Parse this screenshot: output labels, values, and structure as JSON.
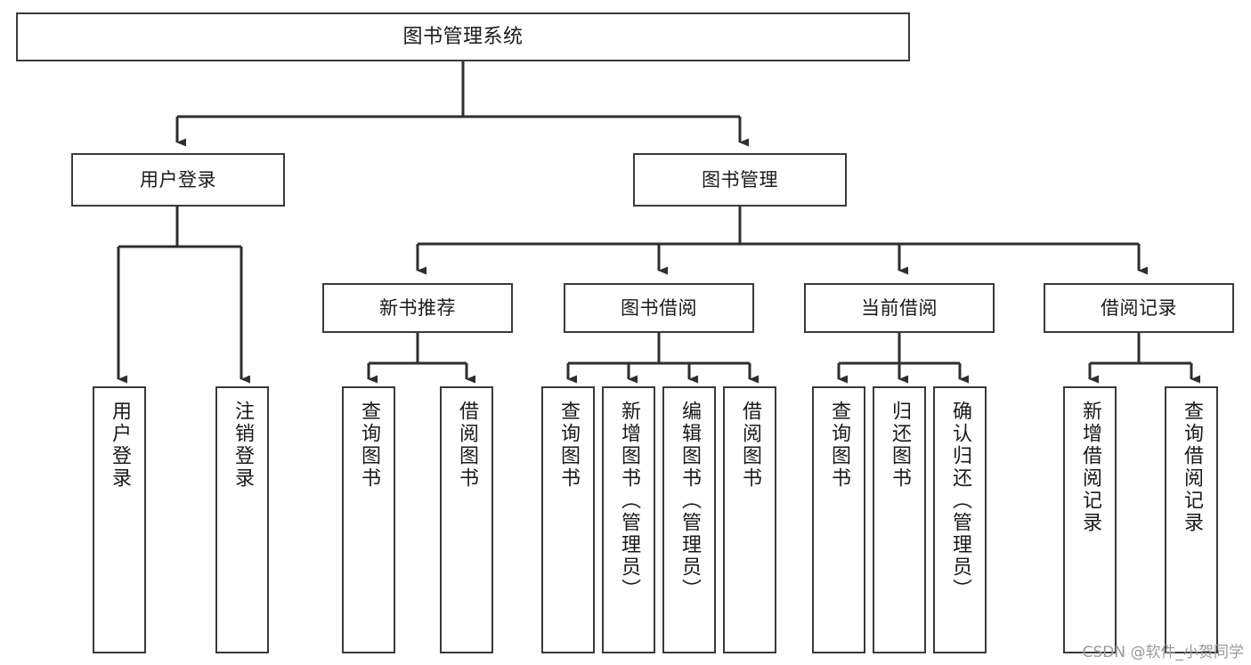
{
  "diagram": {
    "title": "图书管理系统",
    "type": "tree-hierarchy-chart",
    "colors": {
      "box_border": "#3a3a3a",
      "box_fill": "#ffffff",
      "edge": "#2e2e2e",
      "text": "#1a1a1a",
      "watermark": "#9a9a9a",
      "background": "#ffffff"
    },
    "watermark": "CSDN @软件_小贺同学"
  },
  "nodes": {
    "root": {
      "label": "图书管理系统"
    },
    "level1": [
      {
        "id": "user-login",
        "label": "用户登录"
      },
      {
        "id": "book-manage",
        "label": "图书管理"
      }
    ],
    "level2": [
      {
        "id": "new-book-recommend",
        "label": "新书推荐"
      },
      {
        "id": "book-borrow",
        "label": "图书借阅"
      },
      {
        "id": "current-borrow",
        "label": "当前借阅"
      },
      {
        "id": "borrow-record",
        "label": "借阅记录"
      }
    ],
    "leaves": {
      "user-login": [
        {
          "id": "leaf-user-login",
          "label": "用户登录"
        },
        {
          "id": "leaf-logout-login",
          "label": "注销登录"
        }
      ],
      "new-book-recommend": [
        {
          "id": "leaf-query-book-1",
          "label": "查询图书"
        },
        {
          "id": "leaf-borrow-book-1",
          "label": "借阅图书"
        }
      ],
      "book-borrow": [
        {
          "id": "leaf-query-book-2",
          "label": "查询图书"
        },
        {
          "id": "leaf-add-book",
          "label": "新增图书（管理员）"
        },
        {
          "id": "leaf-edit-book",
          "label": "编辑图书（管理员）"
        },
        {
          "id": "leaf-borrow-book-2",
          "label": "借阅图书"
        }
      ],
      "current-borrow": [
        {
          "id": "leaf-query-book-3",
          "label": "查询图书"
        },
        {
          "id": "leaf-return-book",
          "label": "归还图书"
        },
        {
          "id": "leaf-confirm-return",
          "label": "确认归还（管理员）"
        }
      ],
      "borrow-record": [
        {
          "id": "leaf-add-record",
          "label": "新增借阅记录"
        },
        {
          "id": "leaf-query-record",
          "label": "查询借阅记录"
        }
      ]
    }
  }
}
